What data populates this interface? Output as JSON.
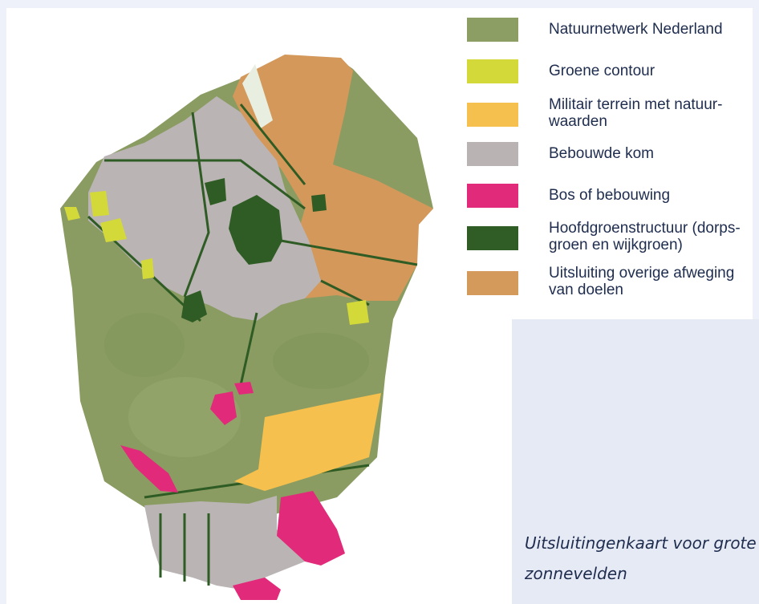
{
  "legend": {
    "items": [
      {
        "label": "Natuurnetwerk Nederland",
        "color": "#8c9e64"
      },
      {
        "label": "Groene contour",
        "color": "#d4d93a"
      },
      {
        "label": "Militair terrein met natuur-\nwaarden",
        "color": "#f6c04e"
      },
      {
        "label": "Bebouwde kom",
        "color": "#b9b3b3"
      },
      {
        "label": "Bos of bebouwing",
        "color": "#e22a7a"
      },
      {
        "label": "Hoofdgroenstructuur (dorps-\ngroen en wijkgroen)",
        "color": "#305d25"
      },
      {
        "label": "Uitsluiting overige afweging\nvan doelen",
        "color": "#d39a5b"
      }
    ]
  },
  "caption": {
    "text": "Uitsluitingenkaart voor grote zonnevelden"
  }
}
